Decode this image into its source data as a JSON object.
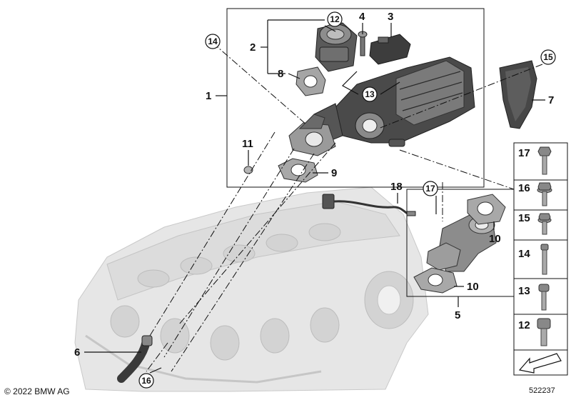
{
  "callouts": {
    "c1": "1",
    "c2": "2",
    "c3": "3",
    "c4": "4",
    "c5": "5",
    "c6": "6",
    "c7": "7",
    "c8": "8",
    "c9": "9",
    "c10a": "10",
    "c10b": "10",
    "c11": "11",
    "c12": "12",
    "c13": "13",
    "c14": "14",
    "c15": "15",
    "c16": "16",
    "c17": "17",
    "c18": "18"
  },
  "hardware_panel": [
    "17",
    "16",
    "15",
    "14",
    "13",
    "12"
  ],
  "footer": {
    "copyright": "© 2022 BMW AG",
    "diagram_id": "522237"
  },
  "colors": {
    "part_dark": "#3a3a3a",
    "part_mid": "#6e6e6e",
    "part_light": "#b9b9b9",
    "engine_ghost": "#e4e4e4",
    "line": "#111111"
  }
}
